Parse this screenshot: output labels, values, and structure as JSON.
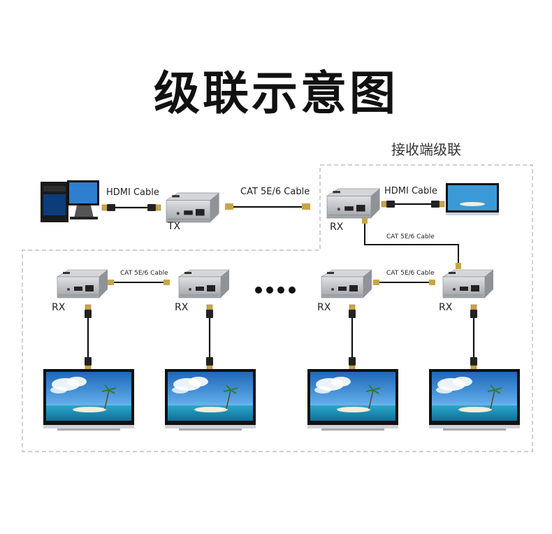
{
  "title": "级联示意图",
  "subtitle": "接收端级联",
  "labels": {
    "hdmi_cable": "HDMI Cable",
    "cat_cable_top": "CAT 5E/6 Cable",
    "cat_cable_small": "CAT 5E/6 Cable",
    "tx": "TX",
    "rx": "RX"
  },
  "colors": {
    "device_body": "#a9acb0",
    "device_top": "#d8dadd",
    "cable": "#111111",
    "connector": "#c9a54a",
    "dashed_border": "#b0b0b0",
    "screen_sky": "#3a86d1"
  }
}
